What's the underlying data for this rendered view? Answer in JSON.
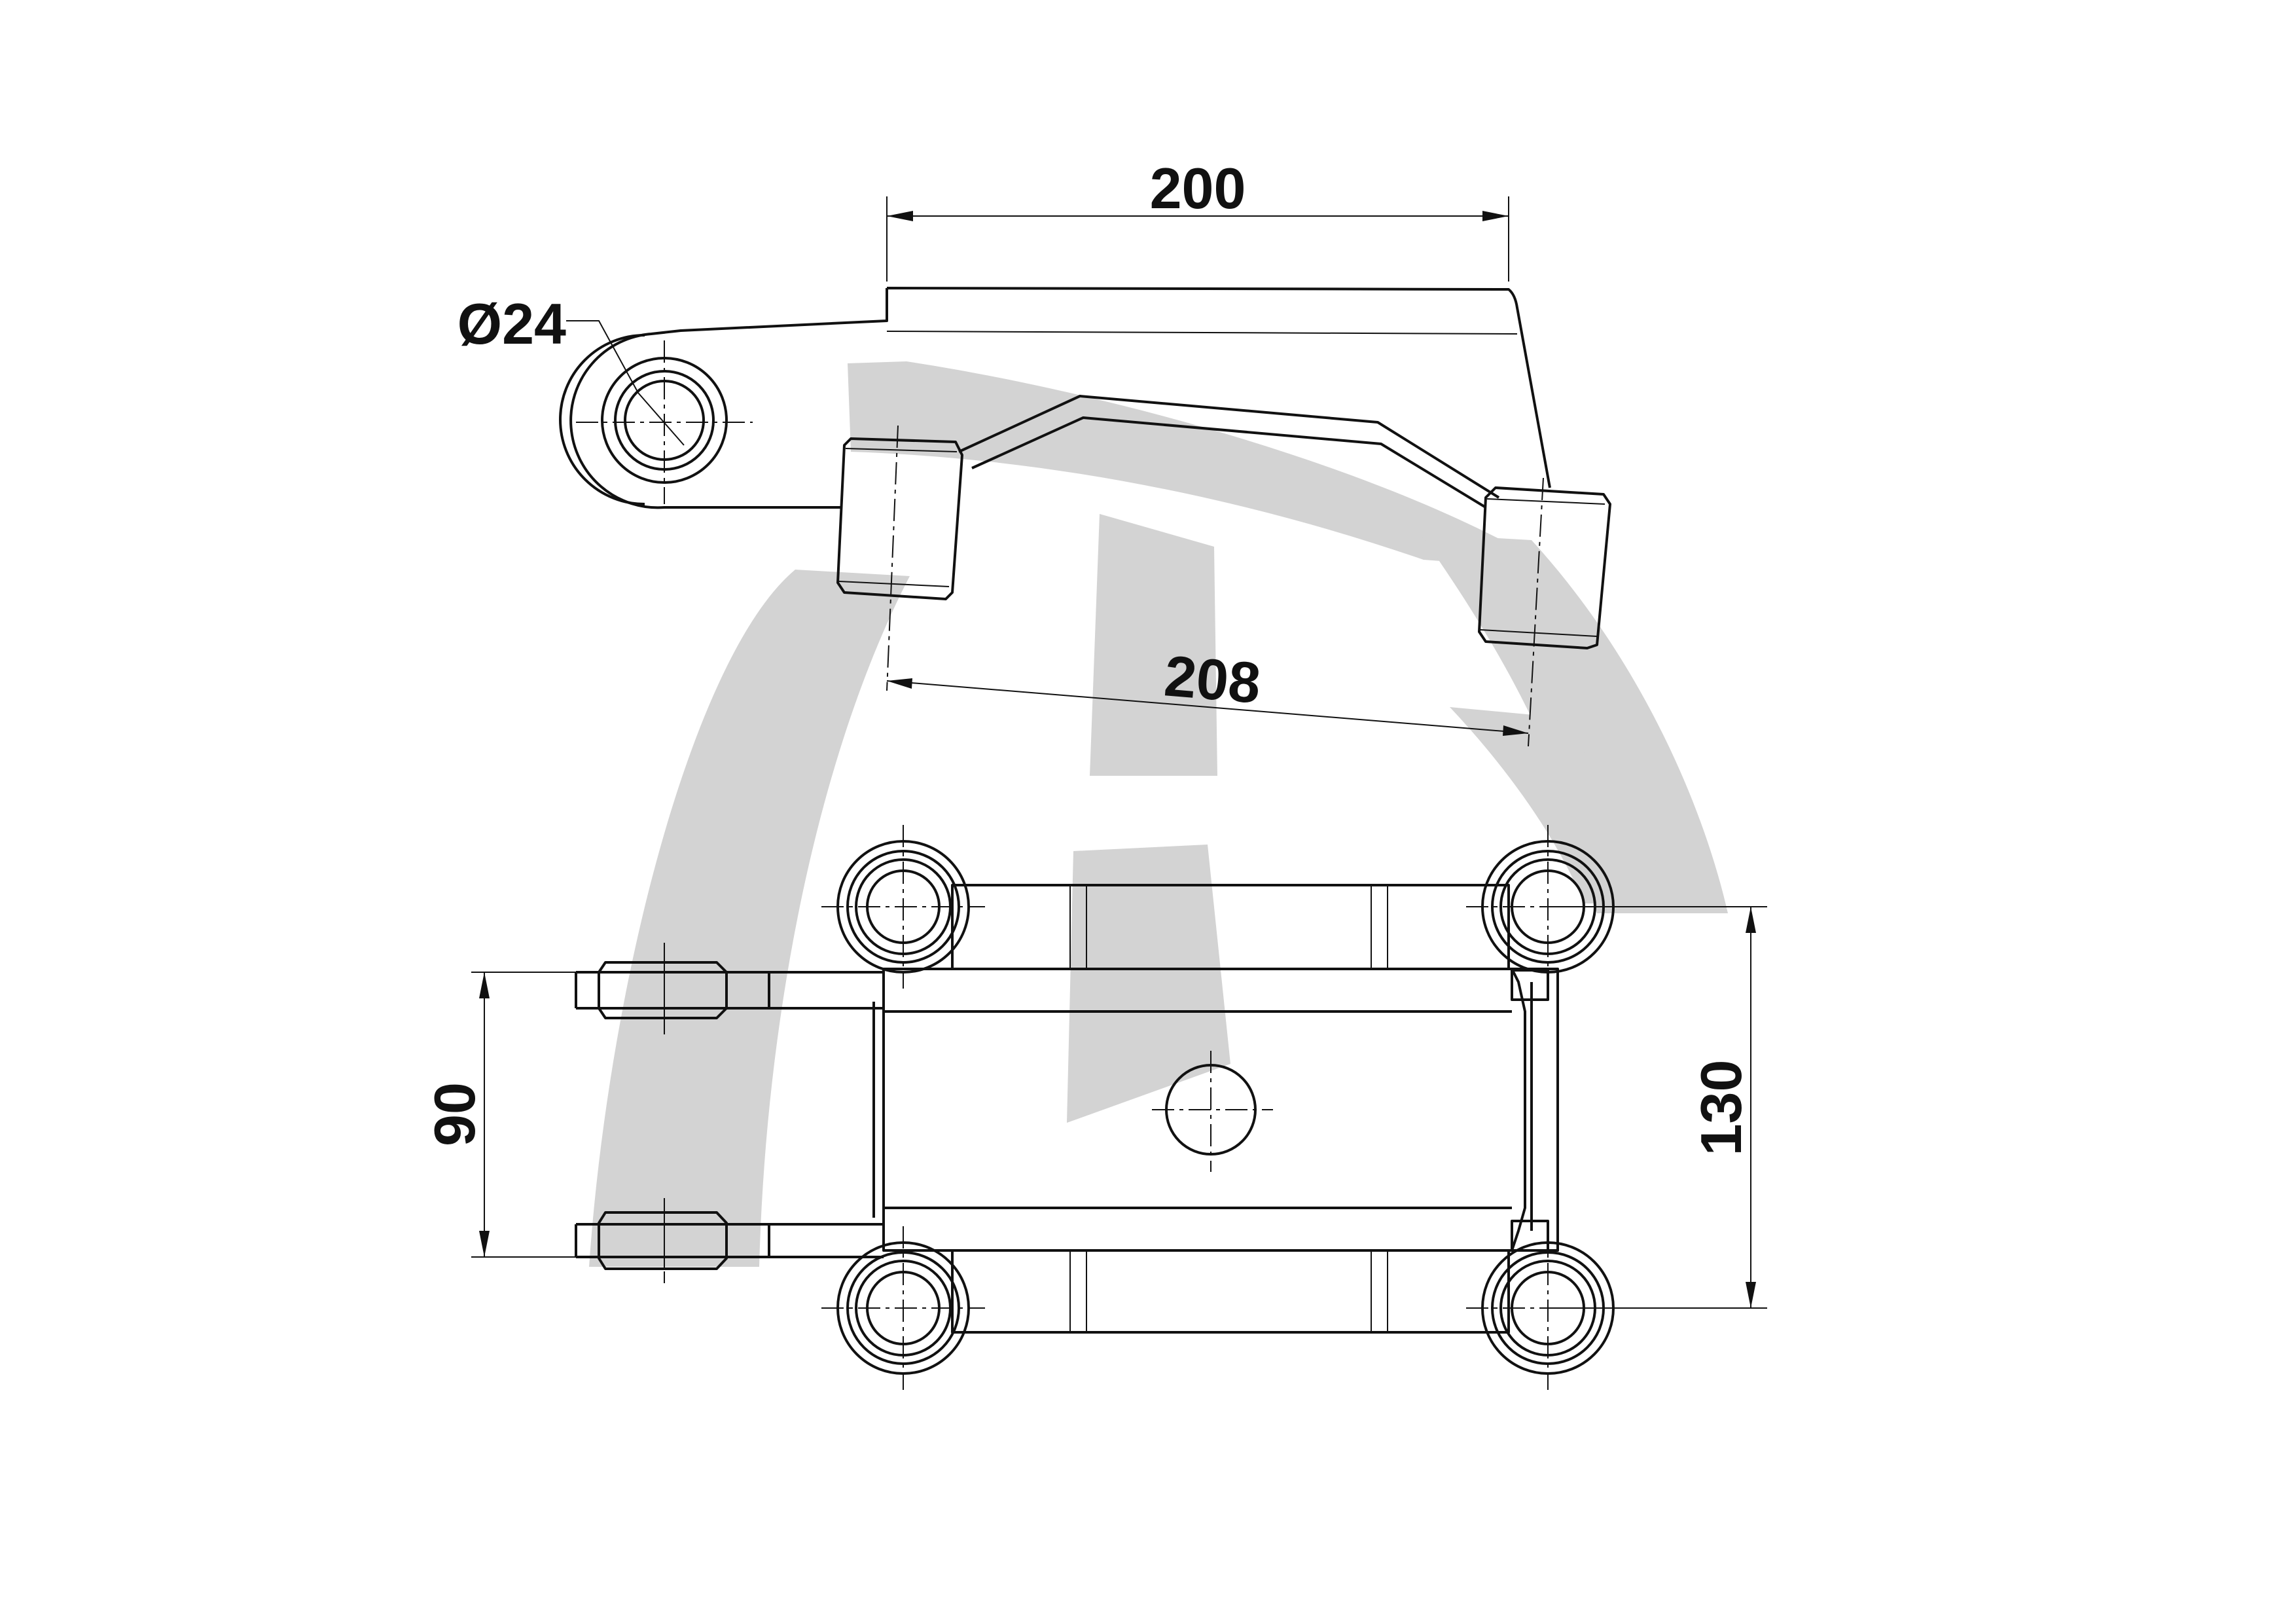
{
  "drawing": {
    "dimensions": {
      "top_width": "200",
      "pin_diameter": "Ø24",
      "roller_span": "208",
      "inner_width": "90",
      "outer_width": "130"
    },
    "colors": {
      "line": "#111111",
      "watermark": "#d3d3d3",
      "background": "#ffffff"
    }
  }
}
